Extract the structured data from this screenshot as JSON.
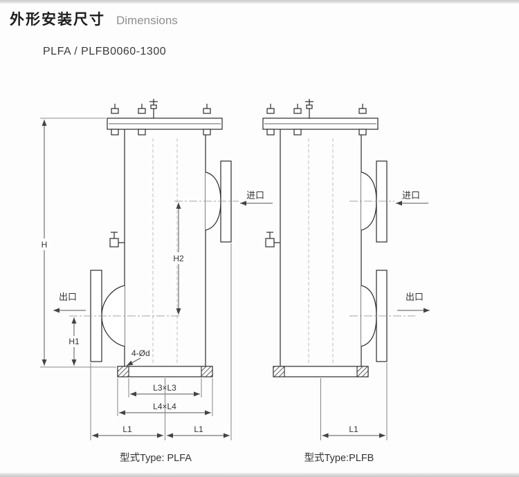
{
  "header": {
    "title_zh": "外形安装尺寸",
    "title_en": "Dimensions",
    "model": "PLFA / PLFB0060-1300"
  },
  "labels": {
    "inlet": "进口",
    "outlet": "出口",
    "dim_h": "H",
    "dim_h1": "H1",
    "dim_h2": "H2",
    "dim_holes": "4-Ød",
    "dim_l3": "L3×L3",
    "dim_l4": "L4×L4",
    "dim_l1": "L1",
    "caption_a": "型式Type: PLFA",
    "caption_b": "型式Type:PLFB"
  }
}
